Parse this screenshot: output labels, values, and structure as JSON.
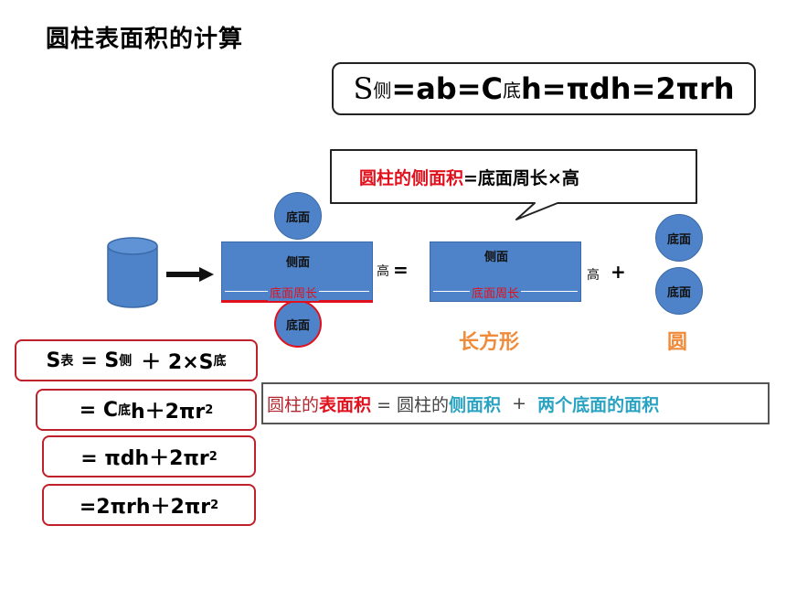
{
  "title": "圆柱表面积的计算",
  "formula": {
    "s": "S",
    "s_sub": "侧",
    "part1": "=ab=C",
    "c_sub": "底",
    "part2": "h=πdh=2πrh"
  },
  "callout": {
    "red": "圆柱的侧面积",
    "black": "=底面周长×高"
  },
  "diagram": {
    "base_label": "底面",
    "side_label": "侧面",
    "perimeter_label": "底面周长",
    "height_label": "高",
    "equals": "=",
    "plus": "+",
    "rectangle_name": "长方形",
    "circle_name": "圆"
  },
  "equations": {
    "line1": {
      "s": "S",
      "s_sub": "表",
      "mid": "= S",
      "mid_sub": "侧",
      "rest": "＋ 2×S",
      "rest_sub": "底"
    },
    "line2": {
      "pre": "= C",
      "sub": "底",
      "post": " h＋2πr",
      "sup": "2"
    },
    "line3": {
      "pre": "= πdh＋2πr",
      "sup": "2"
    },
    "line4": {
      "pre": "=2πrh＋2πr",
      "sup": "2"
    }
  },
  "summary": {
    "p1": "圆柱的",
    "p2": "表面积",
    "p3": " = 圆柱的",
    "p4": "侧面积",
    "p5": "  +  ",
    "p6": "两个底面的面积"
  },
  "colors": {
    "shape_fill": "#4f83c9",
    "accent_red": "#e0101c",
    "label_orange": "#f08b3a",
    "teal": "#2aa3c2"
  }
}
